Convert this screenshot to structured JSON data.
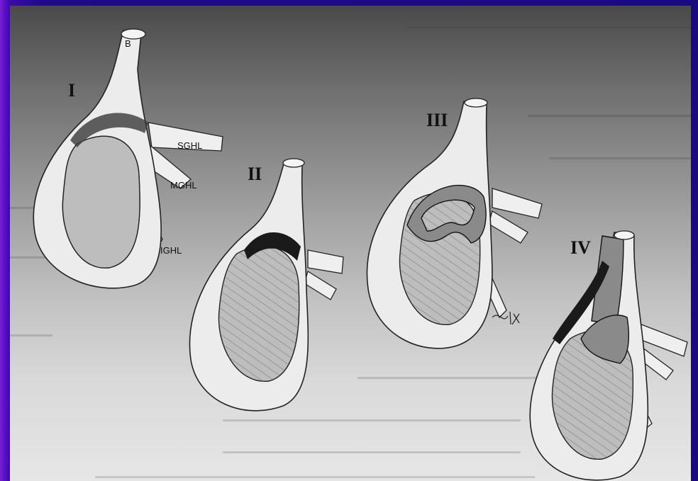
{
  "labels": {
    "stage_1": "I",
    "stage_2": "II",
    "stage_3": "III",
    "stage_4": "IV",
    "tendon_marker": "B",
    "sghl": "SGHL",
    "mghl": "MGHL",
    "ighl": "IGHL"
  },
  "colors": {
    "frame_purple": "#3a0aa8",
    "background_dark": "#4a4a4a",
    "background_light": "#e6e6e6"
  }
}
